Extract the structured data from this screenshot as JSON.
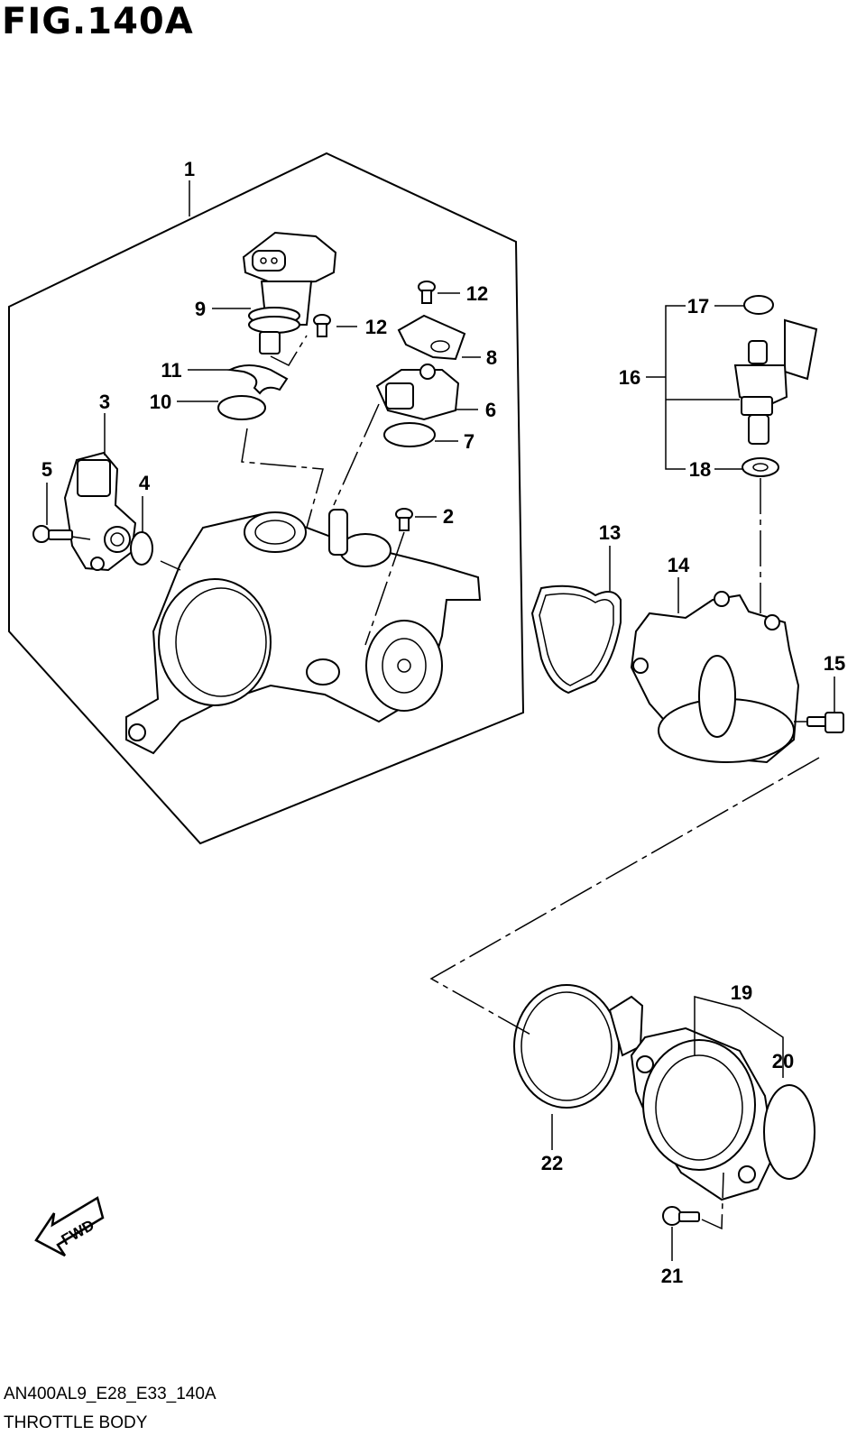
{
  "figure": {
    "title": "FIG.140A",
    "code": "AN400AL9_E28_E33_140A",
    "name": "THROTTLE BODY"
  },
  "callouts": [
    "1",
    "2",
    "3",
    "4",
    "5",
    "6",
    "7",
    "8",
    "9",
    "10",
    "11",
    "12",
    "12",
    "13",
    "14",
    "15",
    "16",
    "17",
    "18",
    "19",
    "20",
    "21",
    "22"
  ],
  "fwd_label": "FWD"
}
